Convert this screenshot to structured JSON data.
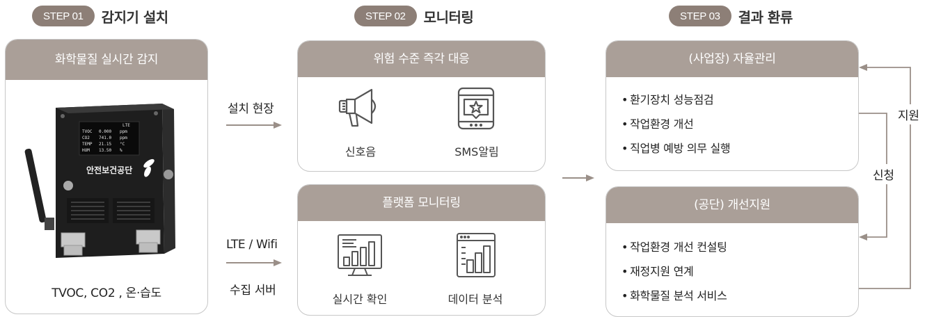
{
  "steps": [
    {
      "pill": "STEP 01",
      "title": "감지기 설치"
    },
    {
      "pill": "STEP 02",
      "title": "모니터링"
    },
    {
      "pill": "STEP 03",
      "title": "결과 환류"
    }
  ],
  "step1": {
    "card_title": "화학물질 실시간 감지",
    "device": {
      "screen_rows": [
        {
          "name": "TVOC",
          "value": "0.000",
          "unit": "ppm"
        },
        {
          "name": "CO2",
          "value": "741.0",
          "unit": "ppm"
        },
        {
          "name": "TEMP",
          "value": "21.15",
          "unit": "°C"
        },
        {
          "name": "HUM",
          "value": "13.50",
          "unit": "%"
        }
      ],
      "screen_status": "LTE",
      "brand": "안전보건공단"
    },
    "caption": "TVOC, CO2 , 온·습도"
  },
  "connectors": {
    "top_label": "설치 현장",
    "bottom_label_1": "LTE / Wifi",
    "bottom_label_2": "수집 서버"
  },
  "step2": {
    "card1": {
      "title": "위험 수준 즉각 대응",
      "item1": "신호음",
      "item2": "SMS알림"
    },
    "card2": {
      "title": "플랫폼 모니터링",
      "item1": "실시간 확인",
      "item2": "데이터 분석"
    }
  },
  "step3": {
    "card1": {
      "title": "(사업장) 자율관리",
      "bullets": [
        "환기장치 성능점검",
        "작업환경 개선",
        "직업병 예방 의무 실행"
      ]
    },
    "card2": {
      "title": "(공단) 개선지원",
      "bullets": [
        "작업환경 개선 컨설팅",
        "재정지원 연계",
        "화학물질 분석 서비스"
      ]
    },
    "label_support": "지원",
    "label_apply": "신청"
  },
  "colors": {
    "pill": "#8d7f77",
    "card_header": "#aa9f98",
    "arrow": "#9a8f88",
    "icon": "#555555"
  }
}
